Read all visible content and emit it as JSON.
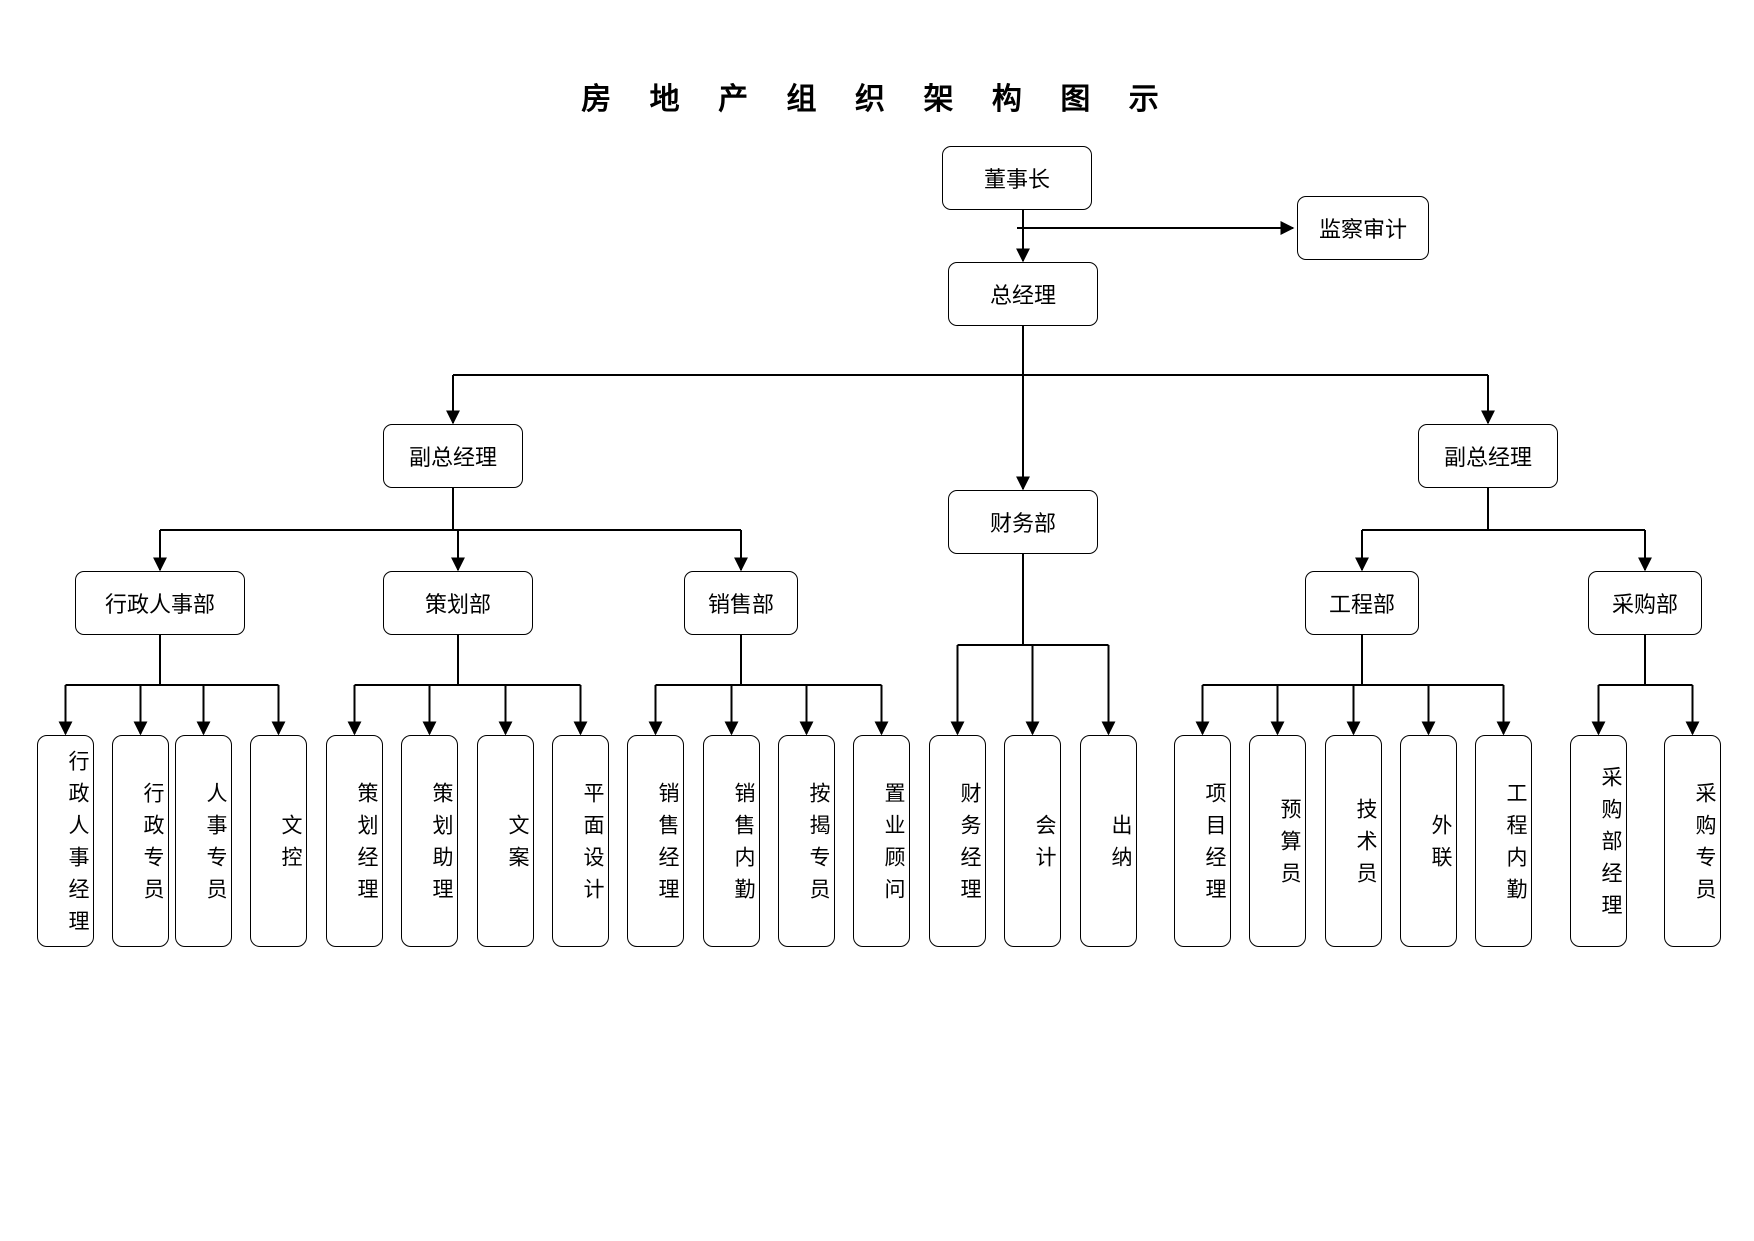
{
  "title": "房 地 产 组 织 架 构 图 示",
  "nodes": {
    "chairman": "董事长",
    "audit": "监察审计",
    "gm": "总经理",
    "vp_left": "副总经理",
    "vp_right": "副总经理",
    "finance": "财务部",
    "admin_hr": "行政人事部",
    "planning": "策划部",
    "sales": "销售部",
    "engineering": "工程部",
    "purchasing": "采购部",
    "admin_hr_manager": "行政人事经理",
    "admin_specialist": "行政专员",
    "hr_specialist": "人事专员",
    "doc_control": "文控",
    "planning_manager": "策划经理",
    "planning_assistant": "策划助理",
    "copywriting": "文案",
    "graphic_design": "平面设计",
    "sales_manager": "销售经理",
    "sales_admin": "销售内勤",
    "mortgage_specialist": "按揭专员",
    "property_consultant": "置业顾问",
    "finance_manager": "财务经理",
    "accounting": "会计",
    "cashier": "出纳",
    "project_manager": "项目经理",
    "budget_staff": "预算员",
    "technician": "技术员",
    "external_liaison": "外联",
    "engineering_admin": "工程内勤",
    "purchasing_manager": "采购部经理",
    "purchasing_specialist": "采购专员"
  },
  "edges": [
    [
      "chairman",
      "gm"
    ],
    [
      "chairman",
      "audit"
    ],
    [
      "gm",
      "vp_left"
    ],
    [
      "gm",
      "finance"
    ],
    [
      "gm",
      "vp_right"
    ],
    [
      "vp_left",
      "admin_hr"
    ],
    [
      "vp_left",
      "planning"
    ],
    [
      "vp_left",
      "sales"
    ],
    [
      "vp_right",
      "engineering"
    ],
    [
      "vp_right",
      "purchasing"
    ],
    [
      "admin_hr",
      "admin_hr_manager"
    ],
    [
      "admin_hr",
      "admin_specialist"
    ],
    [
      "admin_hr",
      "hr_specialist"
    ],
    [
      "admin_hr",
      "doc_control"
    ],
    [
      "planning",
      "planning_manager"
    ],
    [
      "planning",
      "planning_assistant"
    ],
    [
      "planning",
      "copywriting"
    ],
    [
      "planning",
      "graphic_design"
    ],
    [
      "sales",
      "sales_manager"
    ],
    [
      "sales",
      "sales_admin"
    ],
    [
      "sales",
      "mortgage_specialist"
    ],
    [
      "sales",
      "property_consultant"
    ],
    [
      "finance",
      "finance_manager"
    ],
    [
      "finance",
      "accounting"
    ],
    [
      "finance",
      "cashier"
    ],
    [
      "engineering",
      "project_manager"
    ],
    [
      "engineering",
      "budget_staff"
    ],
    [
      "engineering",
      "technician"
    ],
    [
      "engineering",
      "external_liaison"
    ],
    [
      "engineering",
      "engineering_admin"
    ],
    [
      "purchasing",
      "purchasing_manager"
    ],
    [
      "purchasing",
      "purchasing_specialist"
    ]
  ]
}
